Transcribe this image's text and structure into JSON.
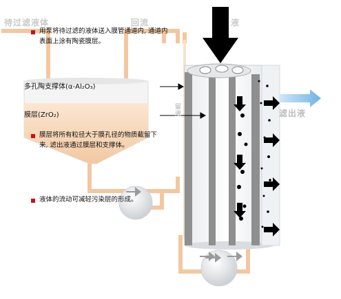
{
  "labels": {
    "feed": "待过滤液体",
    "reflux": "回流",
    "top_obscured": "液",
    "filtrate": "滤出液",
    "shell_text": "留液",
    "support_layer": "多孔陶支撑体(α-Al₂O₃)",
    "membrane_layer": "膜层(ZrO₂)"
  },
  "notes": [
    {
      "lines": [
        "用泵将待过滤的液体送入膜管通道内, 通道内",
        "表面上涂有陶瓷膜层。"
      ]
    },
    {
      "lines": [
        "膜层将所有粒径大于膜孔径的物质截留下",
        "来, 滤出液通过膜层和支撑体。"
      ]
    },
    {
      "lines": [
        "液体的流动可减轻污染层的形成。"
      ]
    }
  ],
  "colors": {
    "bullet": "#c0141b",
    "pipe": "#f3c79f",
    "liquid": "#f6d4b2",
    "tube_gray": "#8f8f8f",
    "arrow": "#000000",
    "faint_text": "#c9c9c9"
  }
}
